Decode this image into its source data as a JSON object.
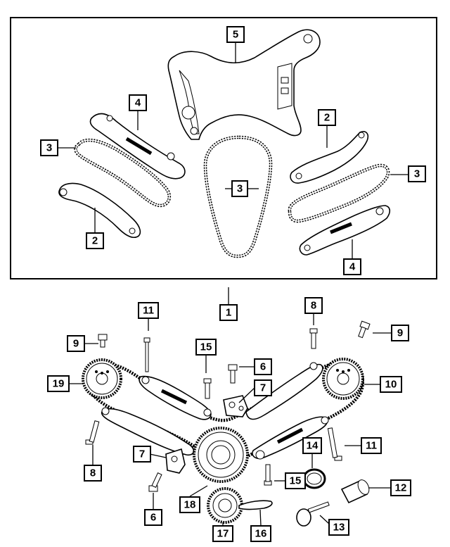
{
  "callouts": {
    "c5": "5",
    "c4_upper_left": "4",
    "c3_upper_left": "3",
    "c3_center": "3",
    "c2_upper_left": "2",
    "c2_upper_right": "2",
    "c3_upper_right": "3",
    "c4_upper_right": "4",
    "c1": "1",
    "c11_left": "11",
    "c8_top": "8",
    "c9_left": "9",
    "c9_right": "9",
    "c15_top": "15",
    "c6_top": "6",
    "c7_top": "7",
    "c19": "19",
    "c10": "10",
    "c8_left": "8",
    "c14": "14",
    "c11_right": "11",
    "c7_left": "7",
    "c15_bottom": "15",
    "c12": "12",
    "c18": "18",
    "c6_bottom": "6",
    "c17": "17",
    "c16": "16",
    "c13": "13"
  },
  "icons": [
    "timing-chain",
    "chain-guide",
    "chain-tensioner-arm",
    "camshaft-sprocket",
    "crankshaft-sprocket",
    "bolt",
    "hydraulic-tensioner"
  ]
}
